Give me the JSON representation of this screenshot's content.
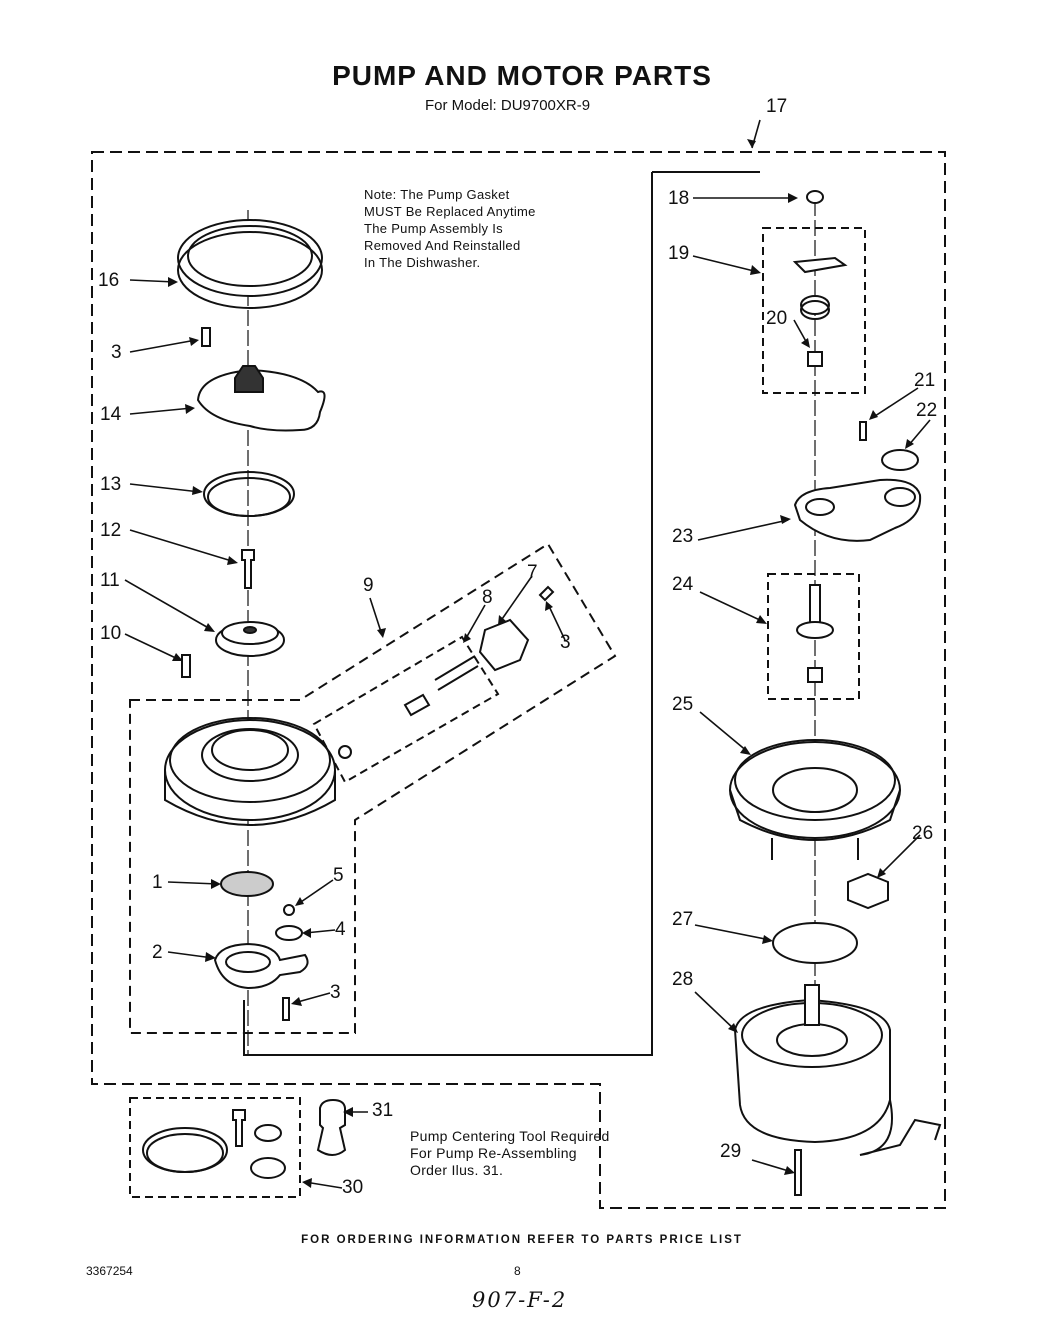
{
  "title": "PUMP AND MOTOR PARTS",
  "subtitle": "For Model: DU9700XR-9",
  "note": "Note: The Pump Gasket\nMUST Be Replaced Anytime\nThe Pump Assembly Is\nRemoved And Reinstalled\nIn The Dishwasher.",
  "tool_note": "Pump Centering Tool Required\nFor Pump Re-Assembling\nOrder Ilus. 31.",
  "footer": "FOR ORDERING INFORMATION REFER TO PARTS PRICE LIST",
  "doc_number": "3367254",
  "page_number": "8",
  "handwritten": "907-F-2",
  "callouts": {
    "c17": "17",
    "c16": "16",
    "c3a": "3",
    "c14": "14",
    "c13": "13",
    "c12": "12",
    "c11": "11",
    "c10": "10",
    "c9": "9",
    "c8": "8",
    "c7": "7",
    "c3b": "3",
    "c1": "1",
    "c5": "5",
    "c4": "4",
    "c2": "2",
    "c3c": "3",
    "c18": "18",
    "c19": "19",
    "c20": "20",
    "c21": "21",
    "c22": "22",
    "c23": "23",
    "c24": "24",
    "c25": "25",
    "c26": "26",
    "c27": "27",
    "c28": "28",
    "c29": "29",
    "c30": "30",
    "c31": "31"
  }
}
